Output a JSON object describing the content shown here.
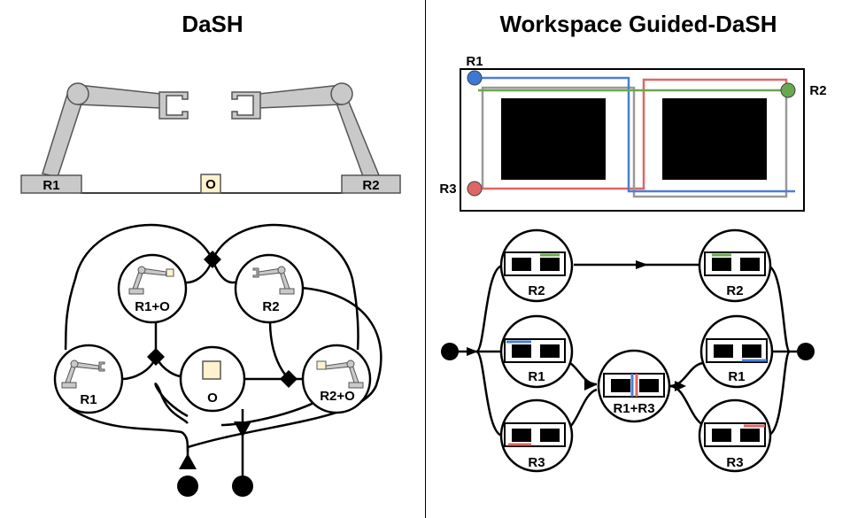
{
  "dash": {
    "title": "DaSH",
    "scene": {
      "robot1": "R1",
      "robot2": "R2",
      "object": "O"
    },
    "graph": {
      "node_r1_o": "R1+O",
      "node_r2": "R2",
      "node_r1": "R1",
      "node_o": "O",
      "node_r2_o": "R2+O"
    }
  },
  "guided": {
    "title": "Workspace Guided-DaSH",
    "workspace": {
      "robot1": "R1",
      "robot2": "R2",
      "robot3": "R3"
    },
    "graph": {
      "start_r2": "R2",
      "end_r2": "R2",
      "start_r1": "R1",
      "end_r1": "R1",
      "start_r3": "R3",
      "end_r3": "R3",
      "joint": "R1+R3"
    }
  },
  "colors": {
    "r1_path": "#4a7fd4",
    "r2_path": "#6aa84f",
    "r3_path": "#e06666",
    "r1_marker": "#3d78d8",
    "r2_marker": "#6aa84f",
    "r3_marker": "#e06666",
    "object_fill": "#fff2cc",
    "arm_fill": "#c9c9c9",
    "obstacle": "#000000"
  }
}
